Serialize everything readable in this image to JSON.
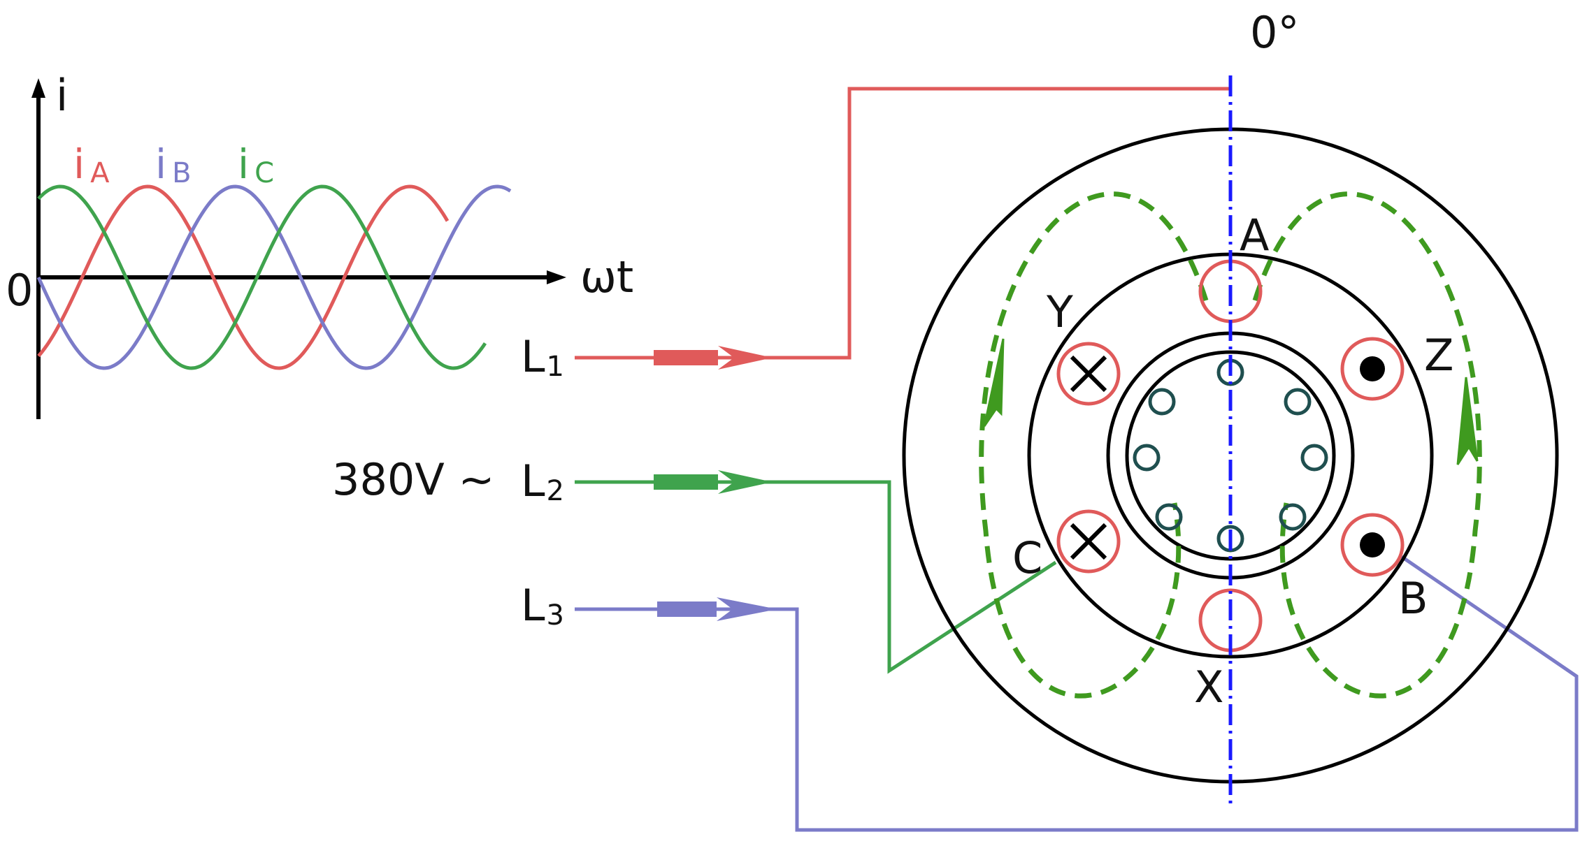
{
  "waveform": {
    "axis_y_label": "i",
    "axis_x_label": "ωt",
    "origin_label": "0",
    "series": [
      {
        "name": "iA",
        "main": "i",
        "sub": "A",
        "color": "#e05a5a"
      },
      {
        "name": "iB",
        "main": "i",
        "sub": "B",
        "color": "#7b7bc8"
      },
      {
        "name": "iC",
        "main": "i",
        "sub": "C",
        "color": "#3fa34d"
      }
    ]
  },
  "supply": {
    "voltage_label": "380V ~",
    "lines": [
      {
        "main": "L",
        "sub": "1",
        "color": "#e05a5a"
      },
      {
        "main": "L",
        "sub": "2",
        "color": "#3fa34d"
      },
      {
        "main": "L",
        "sub": "3",
        "color": "#7b7bc8"
      }
    ]
  },
  "motor": {
    "angle_label": "0°",
    "terminals": [
      "A",
      "Z",
      "B",
      "X",
      "C",
      "Y"
    ],
    "axis_color": "#1a1aff",
    "flux_color": "#3f9a1f",
    "slot_color": "#e05a5a",
    "rotor_bar_color": "#1f4f4f"
  }
}
